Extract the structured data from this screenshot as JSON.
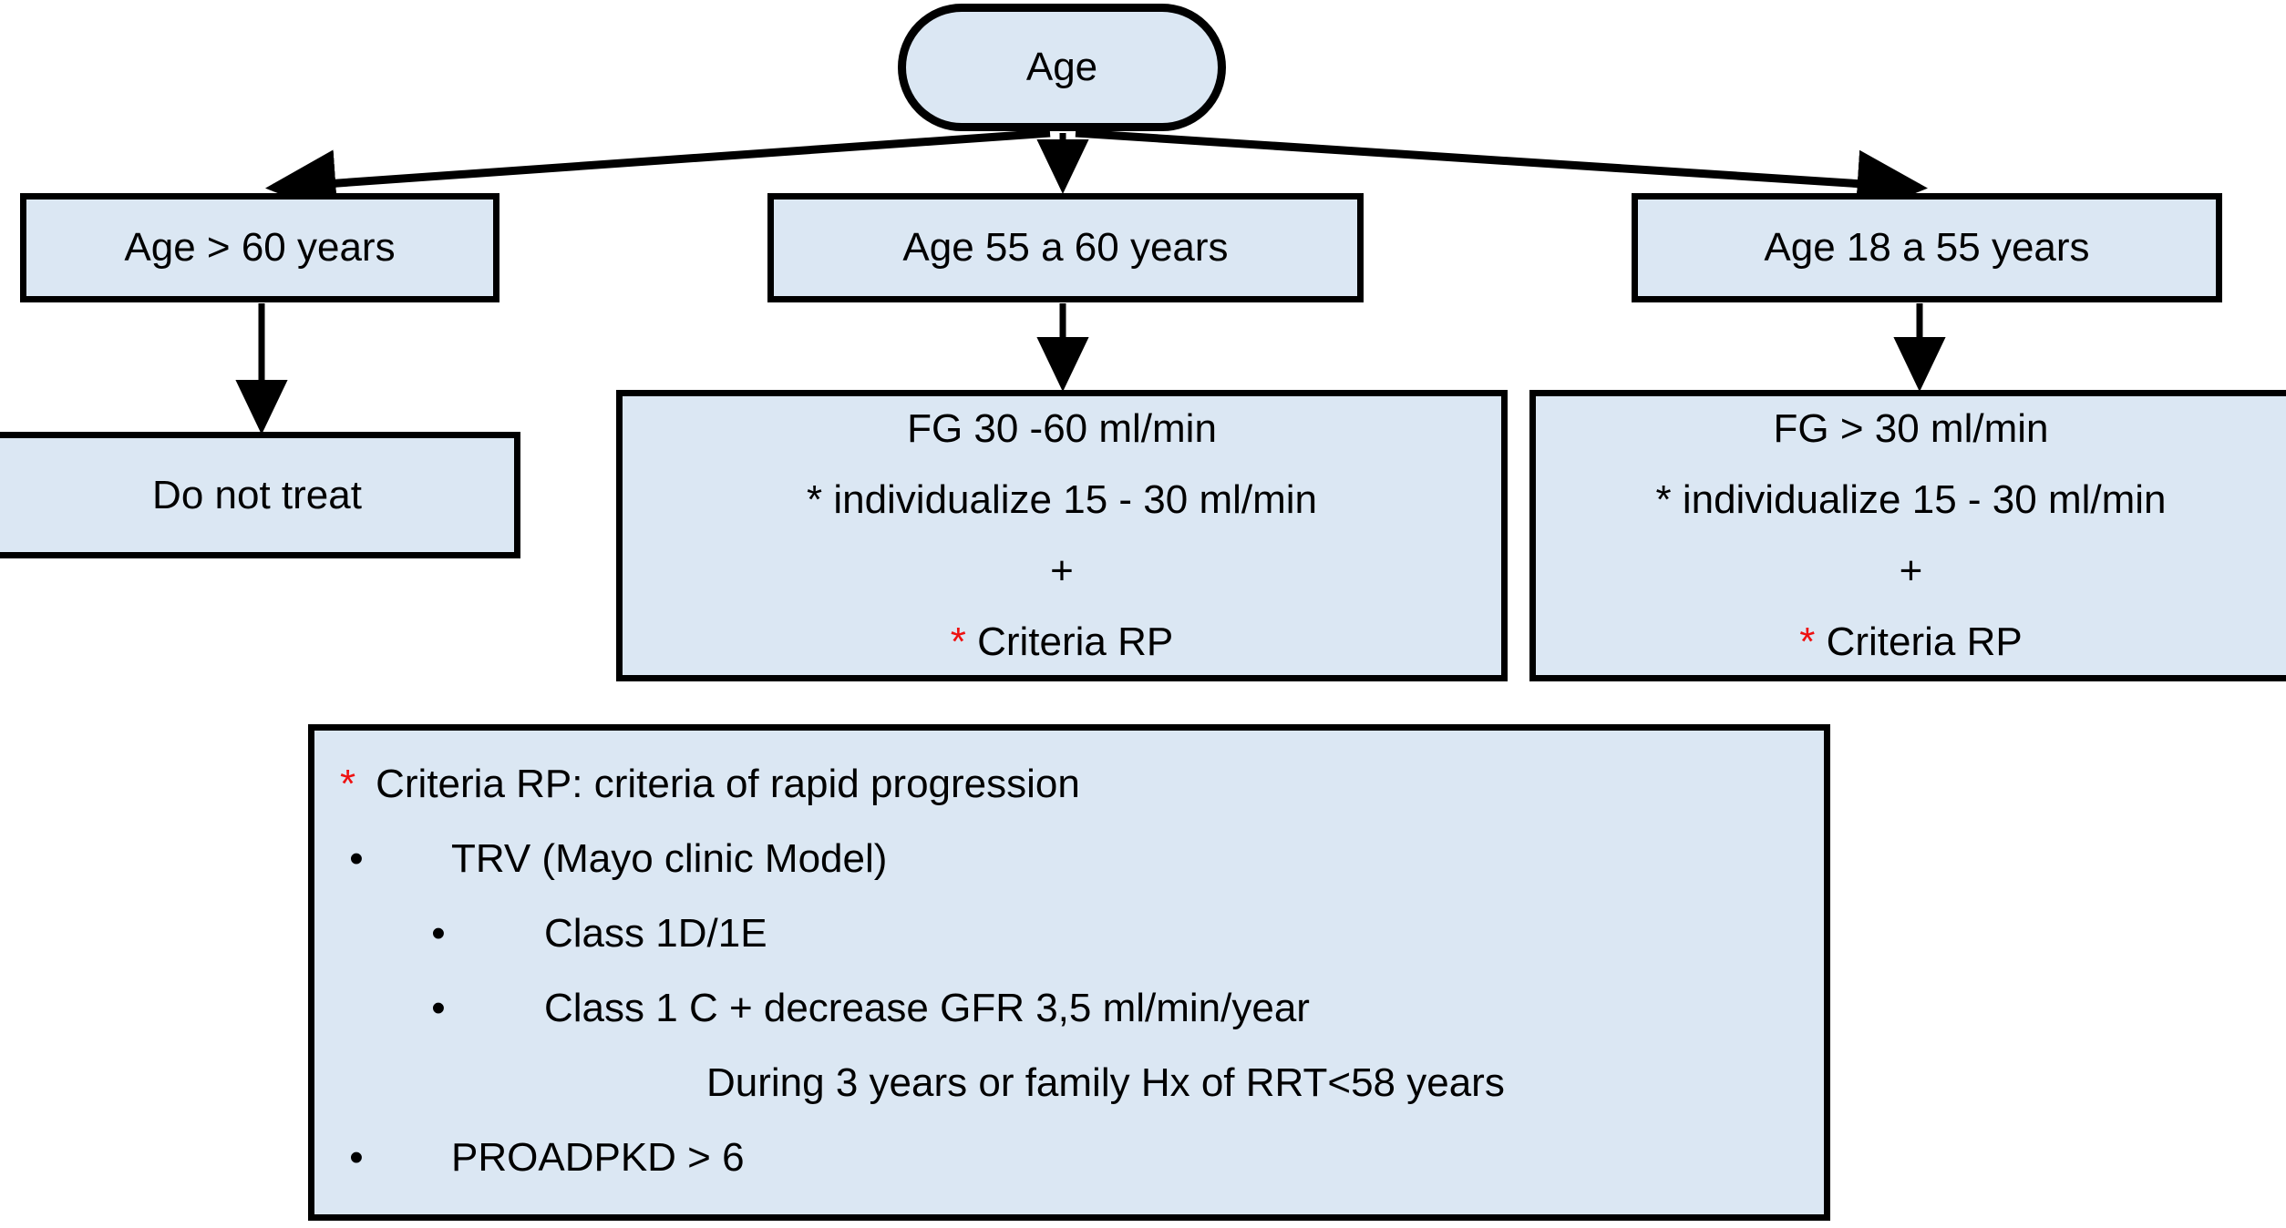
{
  "diagram": {
    "title_node": {
      "label": "Age",
      "shape": "stadium"
    },
    "branches": [
      {
        "id": "age-over-60",
        "label": "Age > 60 years"
      },
      {
        "id": "age-55-60",
        "label": "Age 55 a 60 years"
      },
      {
        "id": "age-18-55",
        "label": "Age 18 a 55 years"
      }
    ],
    "outcomes": [
      {
        "id": "do-not-treat",
        "lines": [
          {
            "text": "Do not treat"
          }
        ]
      },
      {
        "id": "fg-30-60",
        "lines": [
          {
            "text": "FG 30 -60 ml/min"
          },
          {
            "text": "*  individualize 15 - 30 ml/min"
          },
          {
            "text": "+"
          },
          {
            "marker": "*",
            "text": " Criteria RP"
          }
        ]
      },
      {
        "id": "fg-over-30",
        "lines": [
          {
            "text": "FG > 30 ml/min"
          },
          {
            "text": "*  individualize 15 - 30 ml/min"
          },
          {
            "text": "+"
          },
          {
            "marker": "*",
            "text": " Criteria RP"
          }
        ]
      }
    ],
    "legend": {
      "heading_marker": "*",
      "heading": "Criteria RP: criteria of rapid progression",
      "items": [
        {
          "bullet": "•",
          "level": 1,
          "text": "TRV (Mayo clinic Model)"
        },
        {
          "bullet": "•",
          "level": 2,
          "text": "Class 1D/1E"
        },
        {
          "bullet": "•",
          "level": 2,
          "text": "Class 1 C + decrease GFR 3,5 ml/min/year"
        },
        {
          "bullet": "",
          "level": 3,
          "text": "During 3 years or family Hx of RRT<58 years"
        },
        {
          "bullet": "•",
          "level": 1,
          "text": "PROADPKD > 6"
        }
      ]
    },
    "colors": {
      "node_fill": "#dbe7f3",
      "node_stroke": "#000000",
      "marker_red": "#ee1111",
      "background": "#ffffff"
    }
  }
}
